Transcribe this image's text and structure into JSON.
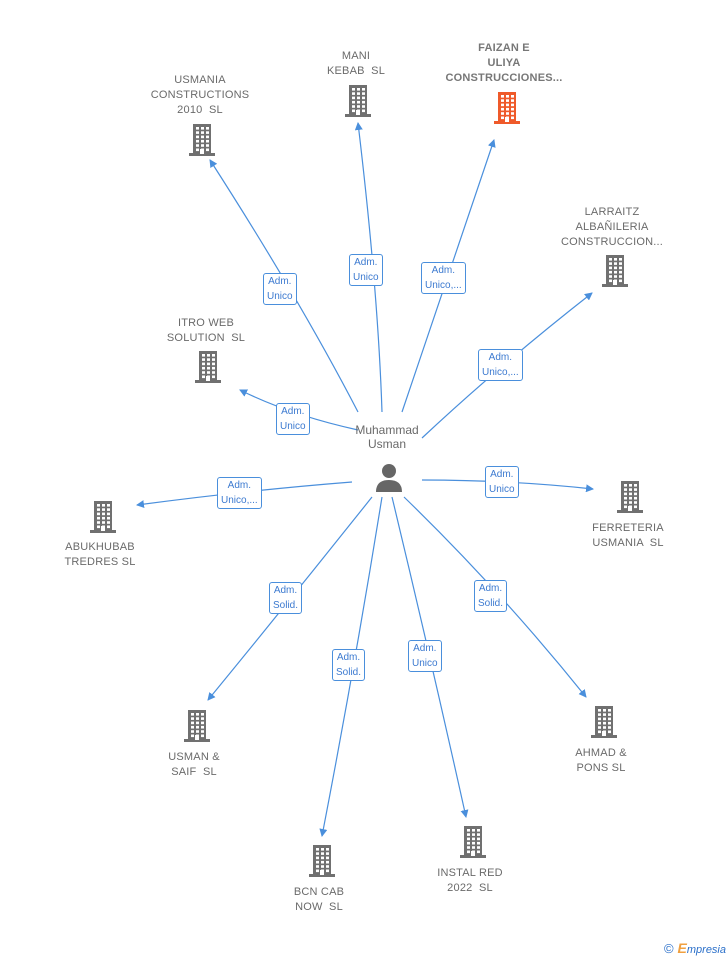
{
  "person": {
    "name": "Muhammad\nUsman"
  },
  "companies": [
    {
      "id": "usmania-constructions",
      "name": "USMANIA\nCONSTRUCTIONS\n2010  SL",
      "highlight": false
    },
    {
      "id": "mani-kebab",
      "name": "MANI\nKEBAB  SL",
      "highlight": false
    },
    {
      "id": "faizan-e-uliya",
      "name": "FAIZAN E\nULIYA\nCONSTRUCCIONES...",
      "highlight": true
    },
    {
      "id": "larraitz",
      "name": "LARRAITZ\nALBAÑILERIA\nCONSTRUCCION...",
      "highlight": false
    },
    {
      "id": "itro-web",
      "name": "ITRO WEB\nSOLUTION  SL",
      "highlight": false
    },
    {
      "id": "abukhubab",
      "name": "ABUKHUBAB\nTREDRES SL",
      "highlight": false
    },
    {
      "id": "ferreteria-usmania",
      "name": "FERRETERIA\nUSMANIA  SL",
      "highlight": false
    },
    {
      "id": "usman-saif",
      "name": "USMAN &\nSAIF  SL",
      "highlight": false
    },
    {
      "id": "ahmad-pons",
      "name": "AHMAD &\nPONS SL",
      "highlight": false
    },
    {
      "id": "bcn-cab",
      "name": "BCN CAB\nNOW  SL",
      "highlight": false
    },
    {
      "id": "instal-red",
      "name": "INSTAL RED\n2022  SL",
      "highlight": false
    }
  ],
  "edges": [
    {
      "to": "usmania-constructions",
      "role": "Adm.\nUnico"
    },
    {
      "to": "mani-kebab",
      "role": "Adm.\nUnico"
    },
    {
      "to": "faizan-e-uliya",
      "role": "Adm.\nUnico,..."
    },
    {
      "to": "larraitz",
      "role": "Adm.\nUnico,..."
    },
    {
      "to": "itro-web",
      "role": "Adm.\nUnico"
    },
    {
      "to": "abukhubab",
      "role": "Adm.\nUnico,..."
    },
    {
      "to": "ferreteria-usmania",
      "role": "Adm.\nUnico"
    },
    {
      "to": "usman-saif",
      "role": "Adm.\nSolid."
    },
    {
      "to": "ahmad-pons",
      "role": "Adm.\nSolid."
    },
    {
      "to": "bcn-cab",
      "role": "Adm.\nSolid."
    },
    {
      "to": "instal-red",
      "role": "Adm.\nUnico"
    }
  ],
  "colors": {
    "edge": "#4a8fdc",
    "building": "#707070",
    "building_highlight": "#ef5a2a",
    "person": "#666666"
  },
  "footer": {
    "copyright_symbol": "©",
    "brand_initial": "E",
    "brand_rest": "mpresia"
  }
}
